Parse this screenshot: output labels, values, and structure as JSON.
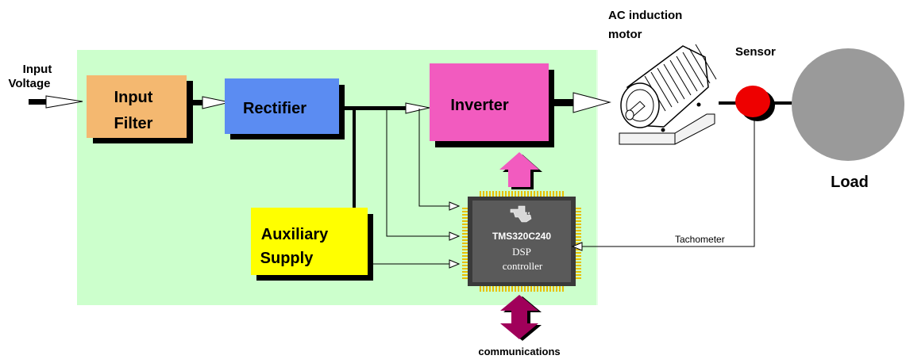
{
  "labels": {
    "input_voltage_line1": "Input",
    "input_voltage_line2": "Voltage",
    "input_filter_line1": "Input",
    "input_filter_line2": "Filter",
    "rectifier": "Rectifier",
    "inverter": "Inverter",
    "auxiliary_line1": "Auxiliary",
    "auxiliary_line2": "Supply",
    "chip_part": "TMS320C240",
    "chip_line2": "DSP",
    "chip_line3": "controller",
    "motor_line1": "AC induction",
    "motor_line2": "motor",
    "sensor": "Sensor",
    "load": "Load",
    "tachometer": "Tachometer",
    "communications": "communications"
  },
  "colors": {
    "panel": "#ccffcc",
    "input_filter": "#f4b870",
    "rectifier": "#5b8cf2",
    "inverter": "#f25bbf",
    "auxiliary": "#ffff00",
    "chip": "#5a5a5a",
    "chip_pins": "#e8c000",
    "sensor": "#ee0000",
    "load": "#9a9a9a",
    "pwm_arrow": "#f25bbf",
    "comm_arrow": "#a0005a"
  },
  "icons": {
    "chip_logo": "ti-logo-icon",
    "motor": "motor-icon"
  }
}
